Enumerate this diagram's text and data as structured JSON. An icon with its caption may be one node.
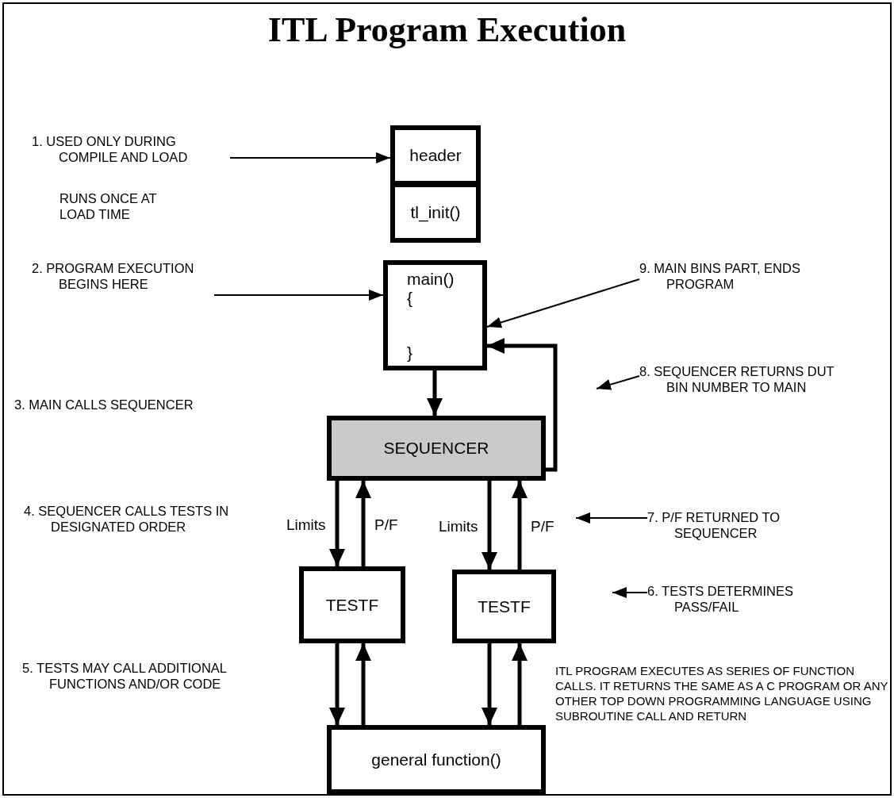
{
  "diagram": {
    "title": "ITL Program Execution",
    "nodes": [
      {
        "text": [
          "header"
        ]
      },
      {
        "text": [
          "tl_init()"
        ]
      },
      {
        "text": [
          "main()",
          "{",
          "}"
        ]
      },
      {
        "text": [
          "SEQUENCER"
        ]
      },
      {
        "text": [
          "TESTF"
        ]
      },
      {
        "text": [
          "TESTF"
        ]
      },
      {
        "text": [
          "general function()"
        ]
      },
      {
        "text": [
          "1. USED ONLY DURING COMPILE AND LOAD"
        ]
      },
      {
        "text": [
          "2. PROGRAM EXECUTION BEGINS HERE"
        ]
      },
      {
        "text": [
          "9. MAIN BINS PART, ENDS PROGRAM"
        ]
      },
      {
        "text": [
          "8. SEQUENCER RETURNS DUT BIN NUMBER TO MAIN"
        ]
      },
      {
        "text": [
          "7. P/F RETURNED TO SEQUENCER"
        ]
      },
      {
        "text": [
          "6. TESTS DETERMINES PASS/FAIL"
        ]
      }
    ],
    "edges": [
      {
        "from": 7,
        "to": 0,
        "arrow": "to"
      },
      {
        "from": 8,
        "to": 2,
        "arrow": "to"
      },
      {
        "from": 9,
        "to": 2,
        "arrow": "to"
      },
      {
        "from": 2,
        "to": 3,
        "arrow": "to"
      },
      {
        "from": 3,
        "to": 2,
        "arrow": "to"
      },
      {
        "from": 3,
        "to": 4,
        "arrow": "to",
        "label": "Limits"
      },
      {
        "from": 4,
        "to": 3,
        "arrow": "to",
        "label": "P/F"
      },
      {
        "from": 3,
        "to": 5,
        "arrow": "to",
        "label": "Limits"
      },
      {
        "from": 5,
        "to": 3,
        "arrow": "to",
        "label": "P/F"
      },
      {
        "from": 4,
        "to": 6,
        "arrow": "to"
      },
      {
        "from": 6,
        "to": 4,
        "arrow": "to"
      },
      {
        "from": 5,
        "to": 6,
        "arrow": "to"
      },
      {
        "from": 6,
        "to": 5,
        "arrow": "to"
      },
      {
        "from": 10,
        "to": null,
        "arrow": "to"
      },
      {
        "from": 11,
        "to": null,
        "arrow": "to"
      },
      {
        "from": 12,
        "to": null,
        "arrow": "to"
      }
    ],
    "labels": [
      "RUNS ONCE AT LOAD TIME",
      "3. MAIN CALLS SEQUENCER",
      "4. SEQUENCER CALLS TESTS IN DESIGNATED ORDER",
      "5. TESTS MAY CALL ADDITIONAL FUNCTIONS AND/OR CODE",
      "ITL PROGRAM EXECUTES AS SERIES OF FUNCTION CALLS. IT RETURNS THE SAME AS A C PROGRAM OR ANY OTHER TOP DOWN PROGRAMMING LANGUAGE USING SUBROUTINE CALL AND RETURN"
    ]
  }
}
